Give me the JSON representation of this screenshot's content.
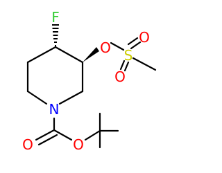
{
  "molecule": {
    "atoms": {
      "F": {
        "symbol": "F",
        "color": "#33cc33"
      },
      "O_mesyl": {
        "symbol": "O",
        "color": "#ff0000"
      },
      "S": {
        "symbol": "S",
        "color": "#cccc00"
      },
      "O_s_upper": {
        "symbol": "O",
        "color": "#ff0000"
      },
      "O_s_lower": {
        "symbol": "O",
        "color": "#ff0000"
      },
      "N": {
        "symbol": "N",
        "color": "#0000ff"
      },
      "O_carbonyl": {
        "symbol": "O",
        "color": "#ff0000"
      },
      "O_ester": {
        "symbol": "O",
        "color": "#ff0000"
      }
    },
    "bond_color": "#000000"
  }
}
